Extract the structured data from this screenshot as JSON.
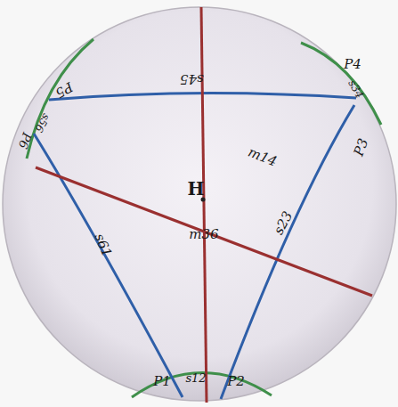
{
  "diagram": {
    "labels": [
      "H",
      "m14",
      "m36",
      "s12",
      "s23",
      "s34",
      "s45",
      "s56",
      "s61",
      "P1",
      "P2",
      "P3",
      "P4",
      "P5",
      "P6"
    ]
  }
}
